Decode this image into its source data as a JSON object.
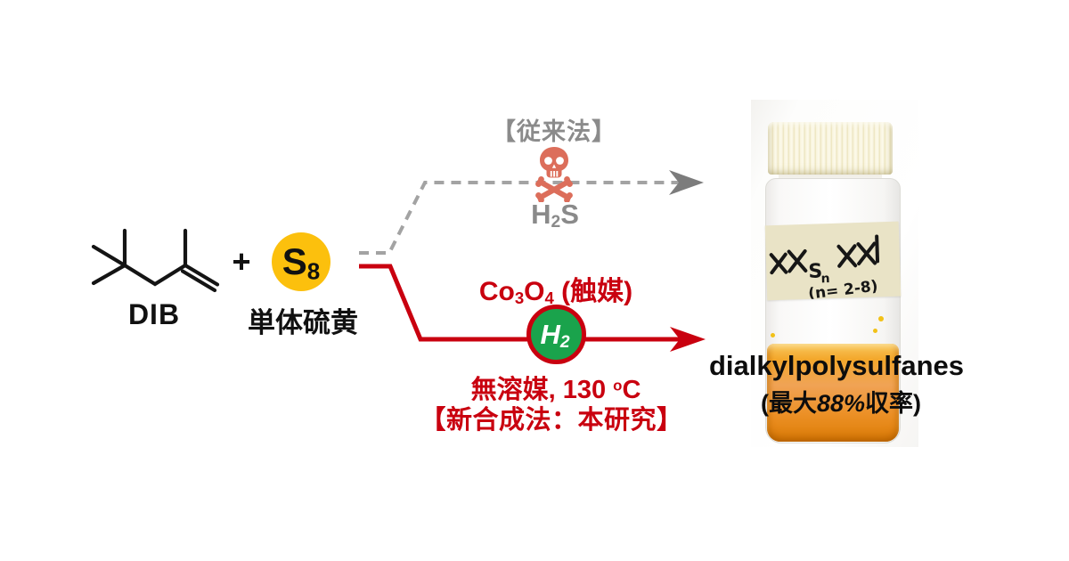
{
  "colors": {
    "accent_red": "#c9000f",
    "h2_green": "#1aa34c",
    "sulfur_yellow": "#fcc00d",
    "gray_text": "#8b8b8b",
    "gray_dash_line": "#a3a3a3",
    "skull_salmon": "#dc6e5b",
    "liquid_orange": "#ec9026"
  },
  "reactants": {
    "dib_structure": "2,4,4-trimethyl-1-pentene skeletal structure",
    "dib_label": "DIB",
    "plus": "+",
    "s8_symbol": "S",
    "s8_subscript": "8",
    "s8_name": "単体硫黄"
  },
  "conventional": {
    "title": "【従来法】",
    "skull_icon": "skull-and-crossbones",
    "byproduct": {
      "h": "H",
      "sub": "2",
      "s": "S"
    }
  },
  "new_method": {
    "catalyst": {
      "co": "Co",
      "sub3": "3",
      "o": "O",
      "sub4": "4",
      "note": " (触媒)"
    },
    "h2_badge": {
      "h": "H",
      "sub": "2"
    },
    "conditions": {
      "pre": "無溶媒, 130 ",
      "degree": "o",
      "unit": "C"
    },
    "label": "【新合成法：本研究】"
  },
  "product": {
    "name": "dialkylpolysulfanes",
    "yield": {
      "pre": "(最大",
      "value": "88%",
      "post": "収率)"
    },
    "vial_label": {
      "s": "S",
      "n": "n",
      "note": "(n= 2-8)"
    }
  }
}
